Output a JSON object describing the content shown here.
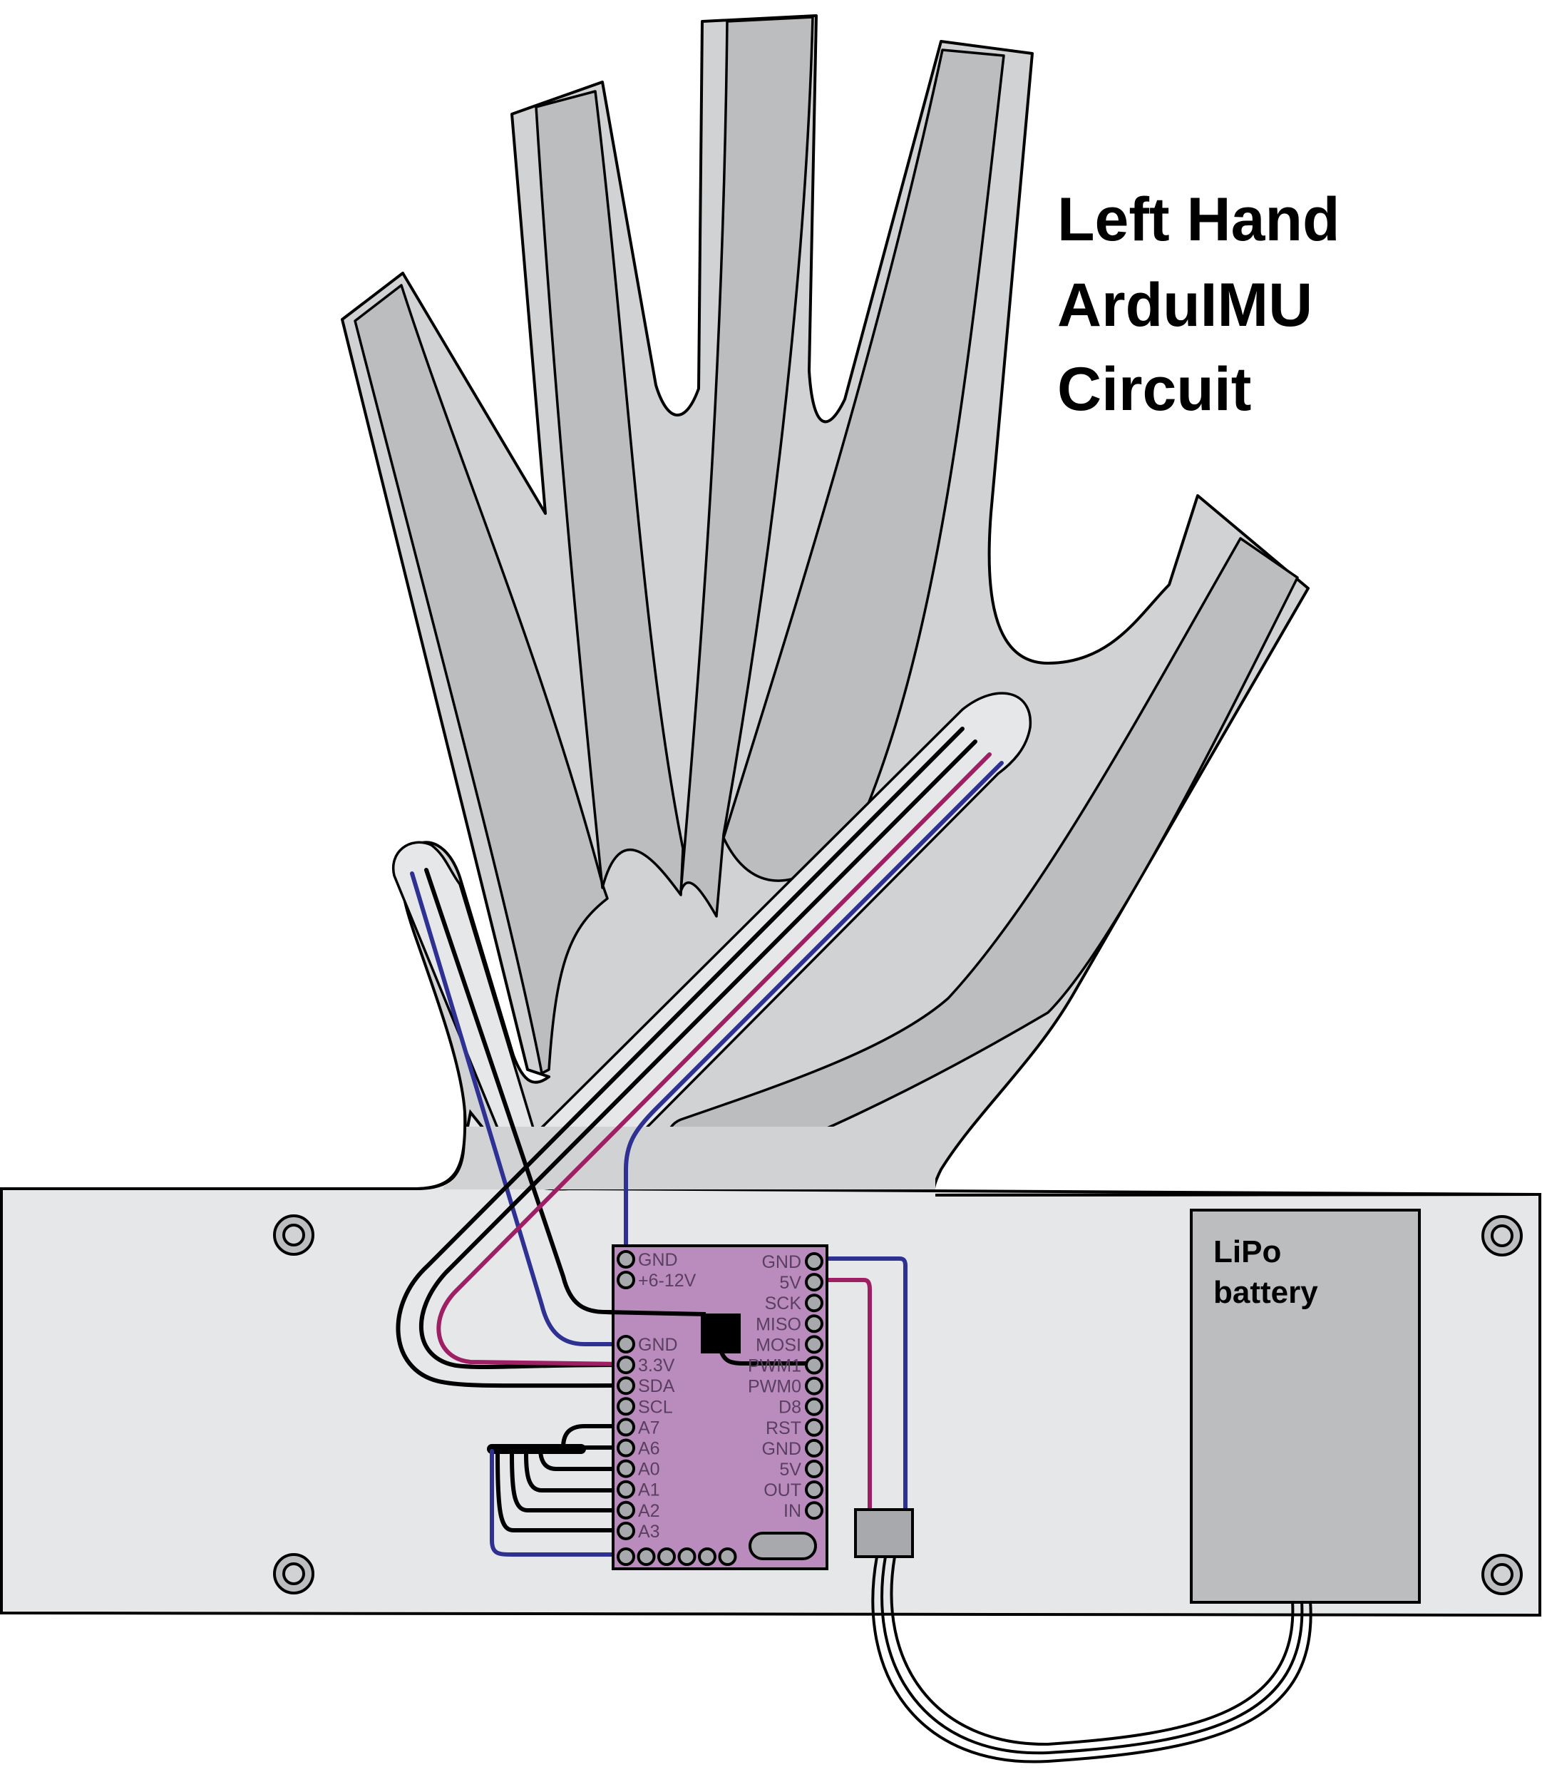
{
  "title": {
    "line1": "Left Hand",
    "line2": "ArduIMU",
    "line3": "Circuit"
  },
  "battery": {
    "line1": "LiPo",
    "line2": "battery"
  },
  "board": {
    "top_left_pins": [
      "GND",
      "+6-12V"
    ],
    "left_pins": [
      "GND",
      "3.3V",
      "SDA",
      "SCL",
      "A7",
      "A6",
      "A0",
      "A1",
      "A2",
      "A3"
    ],
    "right_pins": [
      "GND",
      "5V",
      "SCK",
      "MISO",
      "MOSI",
      "PWM1",
      "PWM0",
      "D8",
      "RST",
      "GND",
      "5V",
      "OUT",
      "IN"
    ]
  },
  "colors": {
    "glove": "#d1d2d4",
    "finger_strip": "#bcbdbf",
    "base_plate": "#e6e7e8",
    "board": "#b98cbd",
    "wire_black": "#000000",
    "wire_blue": "#2e3192",
    "wire_magenta": "#9e1f63",
    "battery": "#bcbdbf"
  }
}
